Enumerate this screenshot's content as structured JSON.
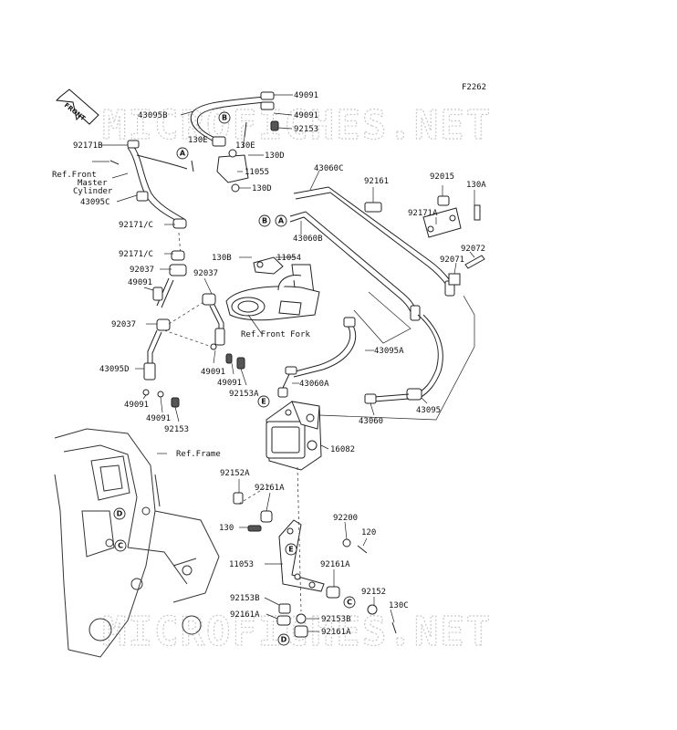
{
  "diagram_code": "F2262",
  "watermark": "MICROFICHES.NET",
  "front_arrow": "FRONT",
  "references": {
    "master_cylinder": [
      "Ref.Front",
      "Master",
      "Cylinder"
    ],
    "front_fork": "Ref.Front Fork",
    "frame": "Ref.Frame"
  },
  "part_labels": [
    "49091",
    "43095B",
    "49091",
    "92153",
    "92171B",
    "130E",
    "130E",
    "130D",
    "11055",
    "130D",
    "43095C",
    "43060C",
    "92161",
    "92015",
    "130A",
    "92171A",
    "43060B",
    "92072",
    "92071",
    "92171/C",
    "92171/C",
    "130B",
    "11054",
    "92037",
    "92037",
    "49091",
    "92037",
    "43095A",
    "43095D",
    "49091",
    "49091",
    "92153A",
    "43060A",
    "49091",
    "49091",
    "92153",
    "43060",
    "43095",
    "16082",
    "92152A",
    "92161A",
    "92200",
    "130",
    "120",
    "11053",
    "92161A",
    "92152",
    "92153B",
    "130C",
    "92161A",
    "92153B",
    "92161A"
  ],
  "callouts": [
    "A",
    "B",
    "A",
    "B",
    "E",
    "D",
    "C",
    "E",
    "C",
    "D"
  ]
}
